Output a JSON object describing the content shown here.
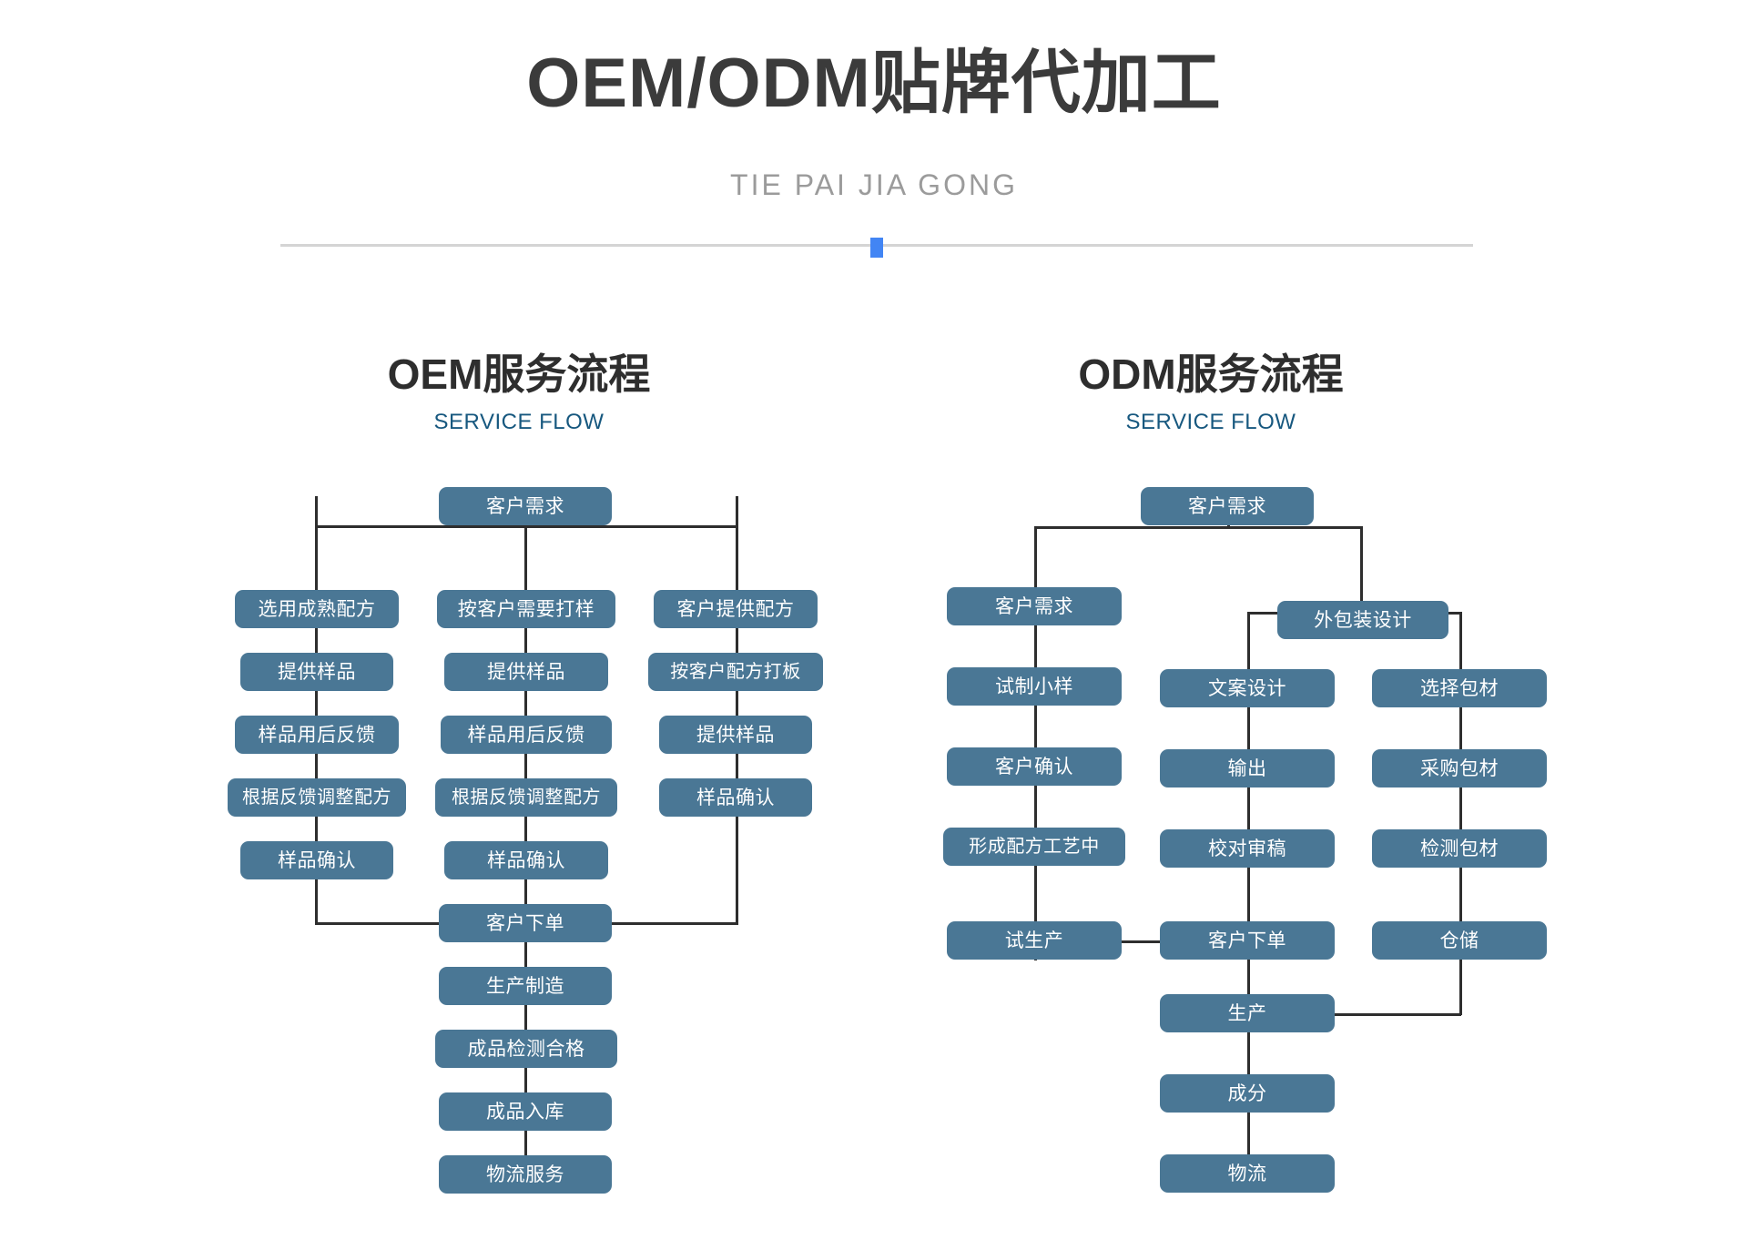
{
  "header": {
    "title": "OEM/ODM贴牌代加工",
    "subtitle": "TIE PAI JIA GONG",
    "accent_color": "#4285f4",
    "divider_color": "#d4d4d4"
  },
  "theme": {
    "node_color": "#4a7795",
    "node_text_color": "#ffffff",
    "line_color": "#2e2e2e",
    "subtitle_blue": "#17587f"
  },
  "sections": [
    {
      "id": "oem",
      "title": "OEM服务流程",
      "subtitle": "SERVICE FLOW"
    },
    {
      "id": "odm",
      "title": "ODM服务流程",
      "subtitle": "SERVICE FLOW"
    }
  ],
  "chart_data": [
    {
      "id": "oem-flow",
      "type": "flowchart",
      "title": "OEM服务流程",
      "root": "客户需求",
      "branches": [
        {
          "name": "left",
          "steps": [
            "选用成熟配方",
            "提供样品",
            "样品用后反馈",
            "根据反馈调整配方",
            "样品确认"
          ]
        },
        {
          "name": "center",
          "steps": [
            "按客户需要打样",
            "提供样品",
            "样品用后反馈",
            "根据反馈调整配方",
            "样品确认"
          ]
        },
        {
          "name": "right",
          "steps": [
            "客户提供配方",
            "按客户配方打板",
            "提供样品",
            "样品确认"
          ]
        }
      ],
      "merge": "客户下单",
      "tail": [
        "生产制造",
        "成品检测合格",
        "成品入库",
        "物流服务"
      ]
    },
    {
      "id": "odm-flow",
      "type": "flowchart",
      "title": "ODM服务流程",
      "root": "客户需求",
      "branches": [
        {
          "name": "left",
          "steps": [
            "客户需求",
            "试制小样",
            "客户确认",
            "形成配方工艺中",
            "试生产"
          ]
        },
        {
          "name": "packaging-root",
          "steps": [
            "外包装设计"
          ]
        },
        {
          "name": "center",
          "steps": [
            "文案设计",
            "输出",
            "校对审稿",
            "客户下单"
          ]
        },
        {
          "name": "right",
          "steps": [
            "选择包材",
            "采购包材",
            "检测包材",
            "仓储"
          ]
        }
      ],
      "tail": [
        "生产",
        "成分",
        "物流"
      ]
    }
  ],
  "oem": {
    "root": "客户需求",
    "col_left": [
      "选用成熟配方",
      "提供样品",
      "样品用后反馈",
      "根据反馈调整配方",
      "样品确认"
    ],
    "col_center": [
      "按客户需要打样",
      "提供样品",
      "样品用后反馈",
      "根据反馈调整配方",
      "样品确认"
    ],
    "col_right": [
      "客户提供配方",
      "按客户配方打板",
      "提供样品",
      "样品确认"
    ],
    "merge": "客户下单",
    "tail": [
      "生产制造",
      "成品检测合格",
      "成品入库",
      "物流服务"
    ]
  },
  "odm": {
    "root": "客户需求",
    "col_left": [
      "客户需求",
      "试制小样",
      "客户确认",
      "形成配方工艺中",
      "试生产"
    ],
    "pack_root": "外包装设计",
    "col_center": [
      "文案设计",
      "输出",
      "校对审稿",
      "客户下单"
    ],
    "col_right": [
      "选择包材",
      "采购包材",
      "检测包材",
      "仓储"
    ],
    "tail": [
      "生产",
      "成分",
      "物流"
    ]
  }
}
